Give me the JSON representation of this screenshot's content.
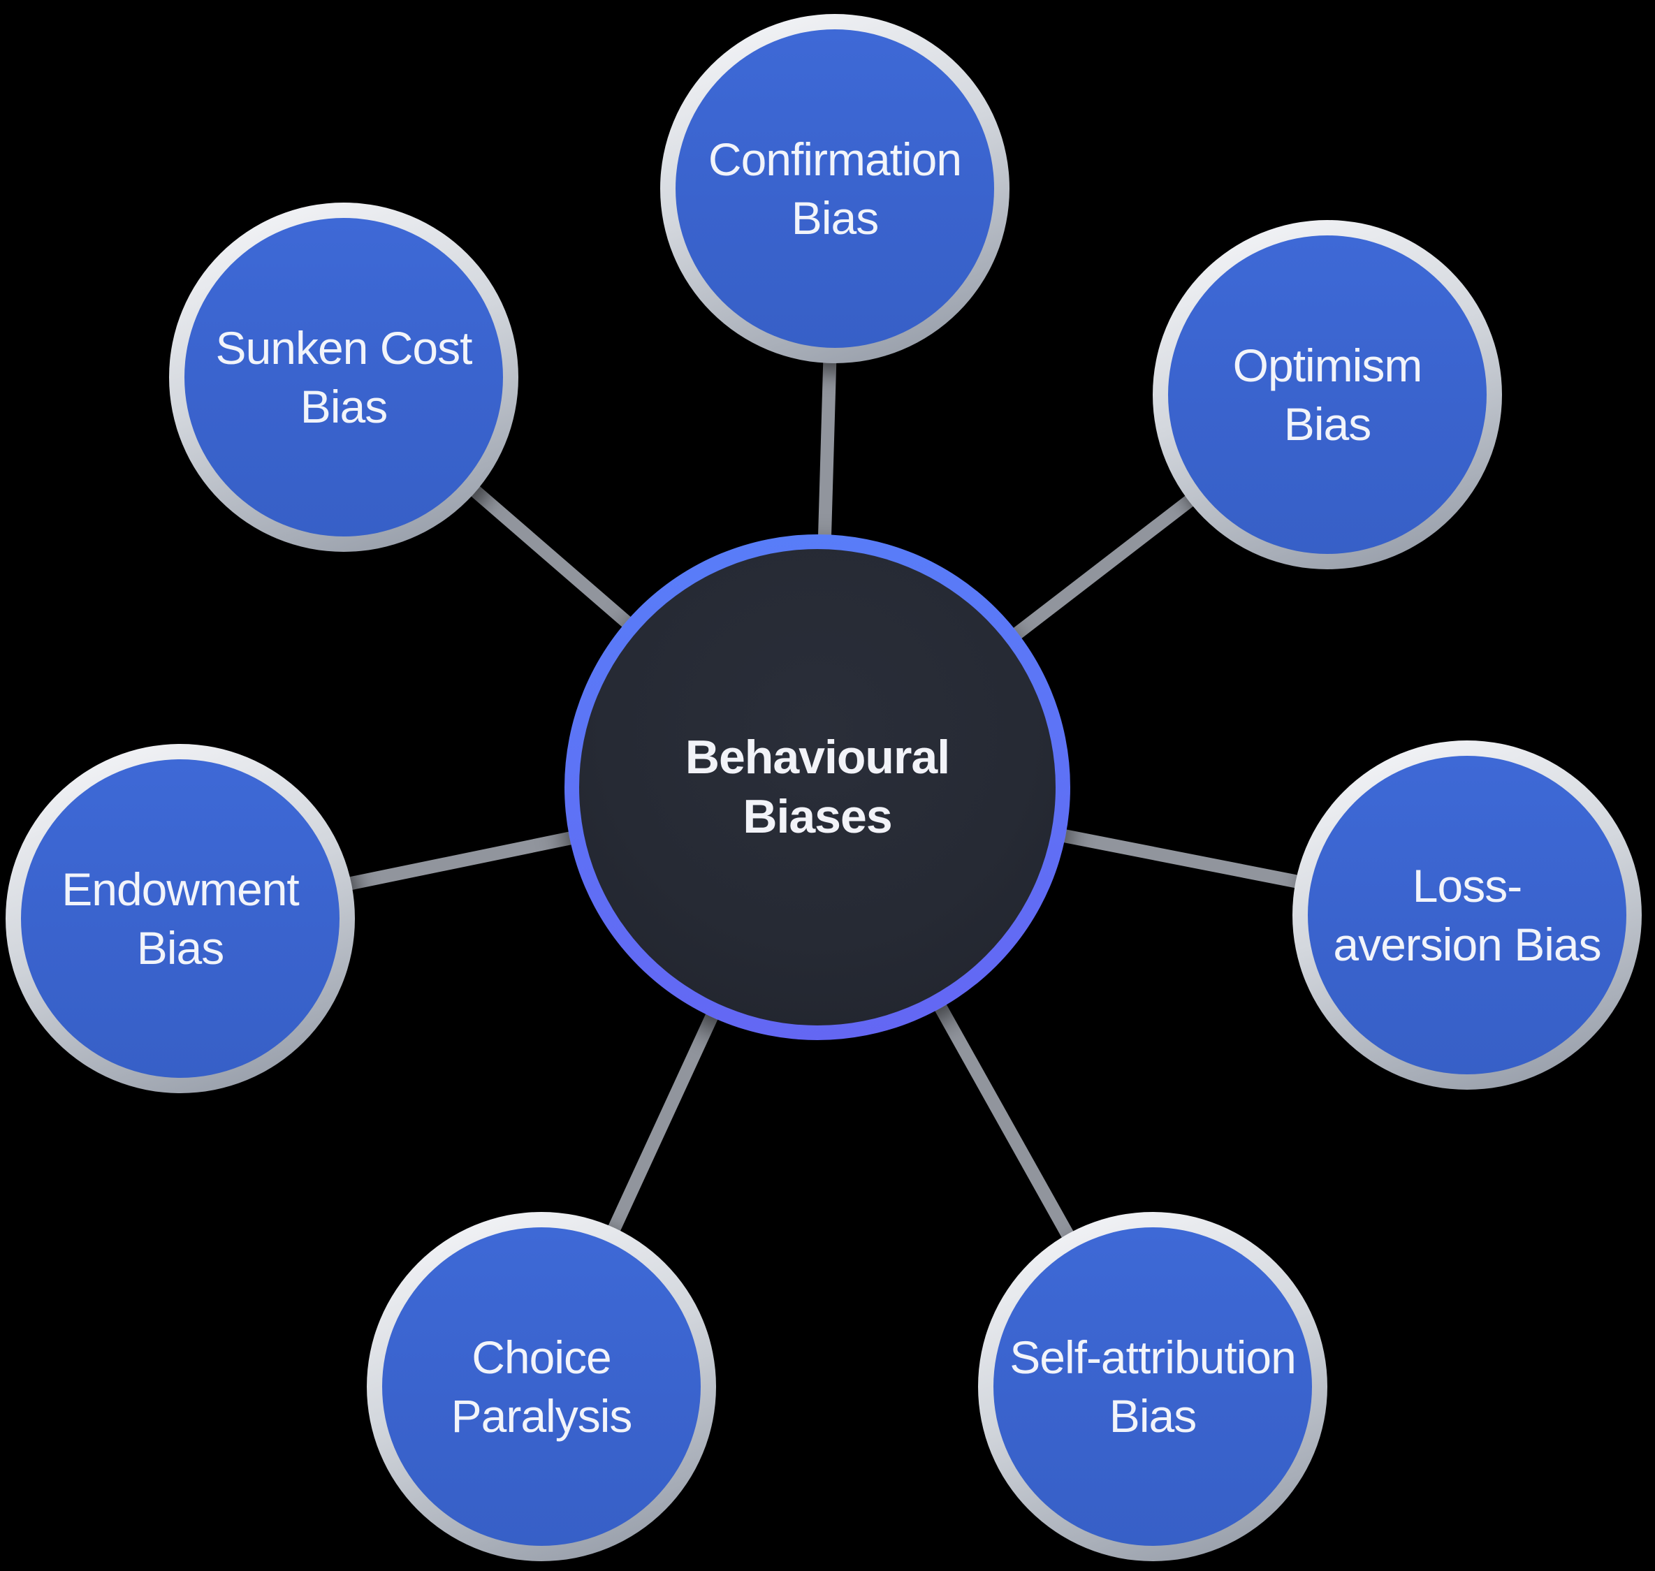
{
  "diagram": {
    "title": "Behavioural Biases",
    "center": {
      "label_lines": [
        "Behavioural",
        "Biases"
      ]
    },
    "satellites": [
      {
        "id": "confirmation-bias",
        "label": "Confirmation Bias",
        "label_lines": [
          "Confirmation",
          "Bias"
        ]
      },
      {
        "id": "optimism-bias",
        "label": "Optimism Bias",
        "label_lines": [
          "Optimism",
          "Bias"
        ]
      },
      {
        "id": "loss-aversion-bias",
        "label": "Loss-aversion Bias",
        "label_lines": [
          "Loss-",
          "aversion Bias"
        ]
      },
      {
        "id": "self-attribution-bias",
        "label": "Self-attribution Bias",
        "label_lines": [
          "Self-attribution",
          "Bias"
        ]
      },
      {
        "id": "choice-paralysis",
        "label": "Choice Paralysis",
        "label_lines": [
          "Choice",
          "Paralysis"
        ]
      },
      {
        "id": "endowment-bias",
        "label": "Endowment Bias",
        "label_lines": [
          "Endowment",
          "Bias"
        ]
      },
      {
        "id": "sunken-cost-bias",
        "label": "Sunken Cost Bias",
        "label_lines": [
          "Sunken Cost",
          "Bias"
        ]
      }
    ],
    "colors": {
      "background": "#000000",
      "satellite_fill": "#3A63CD",
      "satellite_text": "#F2F4FA",
      "satellite_ring_light": "#F2F3F6",
      "satellite_ring_dark": "#939AA6",
      "center_fill": "#262A34",
      "center_ring_top": "#587EF8",
      "center_ring_bottom": "#6466F3",
      "center_text": "#F2F3F8",
      "connector": "#91959D"
    }
  }
}
